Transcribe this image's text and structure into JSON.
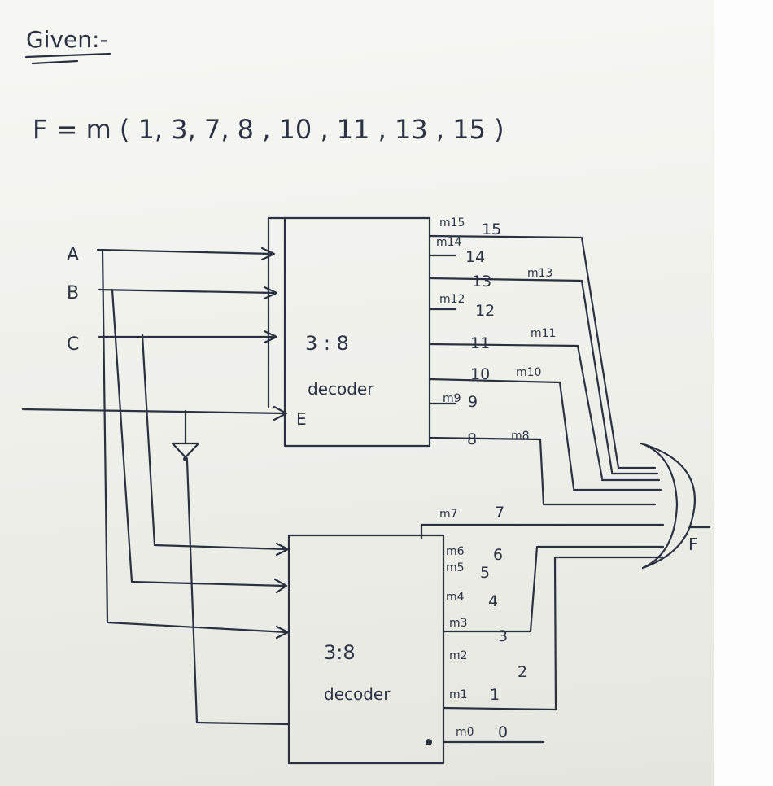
{
  "heading": "Given:-",
  "equation": "F = m ( 1, 3, 7, 8 , 10 , 11 , 13 , 15 )",
  "inputs": {
    "a": "A",
    "b": "B",
    "c": "C",
    "enable": "E"
  },
  "upper_decoder": {
    "label_line1": "3 : 8",
    "label_line2": "decoder",
    "outputs": [
      {
        "num": "15",
        "m": "m15"
      },
      {
        "num": "14",
        "m": "m14"
      },
      {
        "num": "13",
        "m": "m13"
      },
      {
        "num": "12",
        "m": "m12"
      },
      {
        "num": "11",
        "m": "m11"
      },
      {
        "num": "10",
        "m": "m10"
      },
      {
        "num": "9",
        "m": "m9"
      },
      {
        "num": "8",
        "m": "m8"
      }
    ]
  },
  "lower_decoder": {
    "label_line1": "3:8",
    "label_line2": "decoder",
    "outputs": [
      {
        "num": "7",
        "m": "m7"
      },
      {
        "num": "6",
        "m": "m6"
      },
      {
        "num": "5",
        "m": "m5"
      },
      {
        "num": "4",
        "m": "m4"
      },
      {
        "num": "3",
        "m": "m3"
      },
      {
        "num": "2",
        "m": "m2"
      },
      {
        "num": "1",
        "m": "m1"
      },
      {
        "num": "0",
        "m": "m0"
      }
    ]
  },
  "output_label": "F",
  "colors": {
    "ink": "#2a3140",
    "paper": "#f2f2ee"
  }
}
